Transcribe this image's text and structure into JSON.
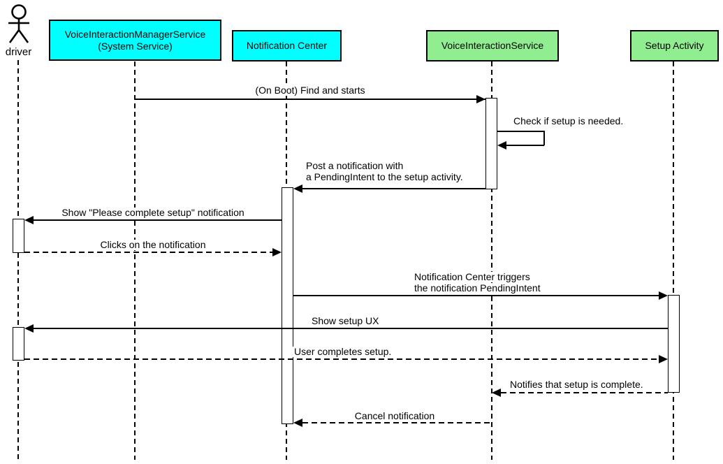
{
  "colors": {
    "system_participant_fill": "#00ffff",
    "app_participant_fill": "#90ee90",
    "line": "#000000",
    "background": "#ffffff"
  },
  "actor": {
    "label": "driver"
  },
  "participants": {
    "vims": {
      "line1": "VoiceInteractionManagerService",
      "line2": "(System Service)"
    },
    "notification_center": {
      "label": "Notification Center"
    },
    "vis": {
      "label": "VoiceInteractionService"
    },
    "setup_activity": {
      "label": "Setup Activity"
    }
  },
  "messages": {
    "on_boot": {
      "label": "(On Boot) Find and starts",
      "from": "VoiceInteractionManagerService (System Service)",
      "to": "VoiceInteractionService",
      "line_style": "solid"
    },
    "check_setup": {
      "label": "Check if setup is needed.",
      "from": "VoiceInteractionService",
      "to": "VoiceInteractionService",
      "line_style": "solid-self"
    },
    "post_notification": {
      "line1": "Post a notification with",
      "line2": "a PendingIntent to the setup activity.",
      "from": "VoiceInteractionService",
      "to": "Notification Center",
      "line_style": "solid"
    },
    "show_notification": {
      "label": "Show \"Please complete setup\" notification",
      "from": "Notification Center",
      "to": "driver",
      "line_style": "solid"
    },
    "clicks_notification": {
      "label": "Clicks on the notification",
      "from": "driver",
      "to": "Notification Center",
      "line_style": "dashed"
    },
    "trigger_pending_intent": {
      "line1": "Notification Center triggers",
      "line2": "the notification PendingIntent",
      "from": "Notification Center",
      "to": "Setup Activity",
      "line_style": "solid"
    },
    "show_setup_ux": {
      "label": "Show setup UX",
      "from": "Setup Activity",
      "to": "driver",
      "line_style": "solid"
    },
    "user_completes_setup": {
      "label": "User completes setup.",
      "from": "driver",
      "to": "Setup Activity",
      "line_style": "dashed"
    },
    "setup_complete": {
      "label": "Notifies that setup is complete.",
      "from": "Setup Activity",
      "to": "VoiceInteractionService",
      "line_style": "dashed"
    },
    "cancel_notification": {
      "label": "Cancel notification",
      "from": "VoiceInteractionService",
      "to": "Notification Center",
      "line_style": "dashed"
    }
  }
}
